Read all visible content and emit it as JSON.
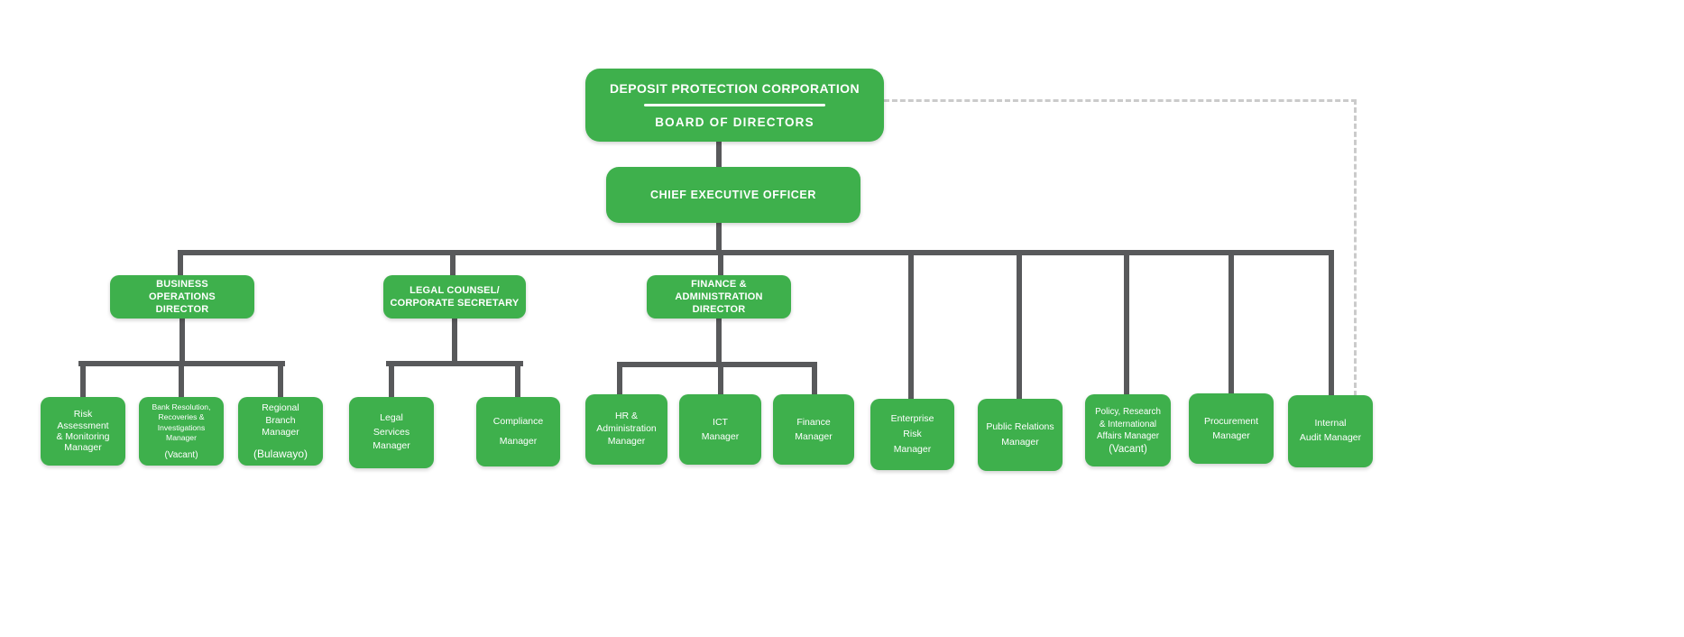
{
  "palette": {
    "box_green": "#3eb04c",
    "connector_dark": "#58595b",
    "connector_dashed": "#cbcbcb",
    "text_white": "#ffffff"
  },
  "org": {
    "board": {
      "title": "DEPOSIT PROTECTION CORPORATION",
      "subtitle": "BOARD OF DIRECTORS"
    },
    "ceo": {
      "label": "CHIEF EXECUTIVE OFFICER"
    },
    "directors": [
      {
        "label": "BUSINESS\nOPERATIONS\nDIRECTOR"
      },
      {
        "label": "LEGAL COUNSEL/\nCORPORATE SECRETARY"
      },
      {
        "label": "FINANCE &\nADMINISTRATION\nDIRECTOR"
      }
    ],
    "managers": [
      {
        "label": "Risk\nAssessment\n& Monitoring\nManager",
        "note": ""
      },
      {
        "label": "Bank Resolution,\nRecoveries &\nInvestigations\nManager",
        "note": "(Vacant)"
      },
      {
        "label": "Regional\nBranch\nManager",
        "note": "(Bulawayo)"
      },
      {
        "label": "Legal\nServices\nManager",
        "note": ""
      },
      {
        "label": "Compliance\nManager",
        "note": ""
      },
      {
        "label": "HR &\nAdministration\nManager",
        "note": ""
      },
      {
        "label": "ICT\nManager",
        "note": ""
      },
      {
        "label": "Finance\nManager",
        "note": ""
      },
      {
        "label": "Enterprise\nRisk\nManager",
        "note": ""
      },
      {
        "label": "Public Relations\nManager",
        "note": ""
      },
      {
        "label": "Policy, Research\n& International\nAffairs Manager",
        "note": "(Vacant)"
      },
      {
        "label": "Procurement\nManager",
        "note": ""
      },
      {
        "label": "Internal\nAudit Manager",
        "note": ""
      }
    ]
  }
}
